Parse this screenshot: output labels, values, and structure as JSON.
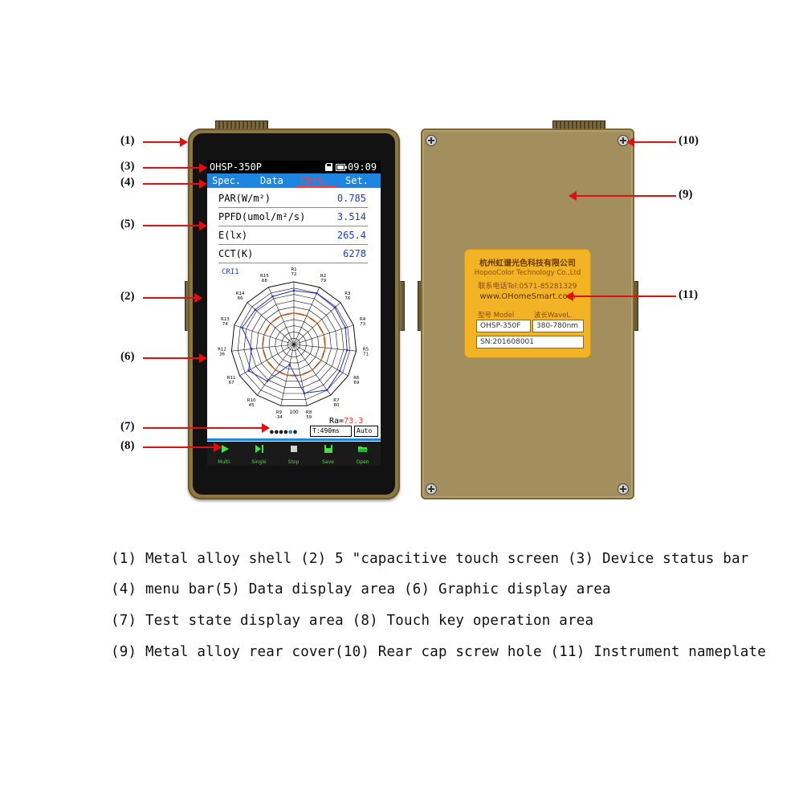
{
  "callouts": {
    "c1": "(1)",
    "c2": "(2)",
    "c3": "(3)",
    "c4": "(4)",
    "c5": "(5)",
    "c6": "(6)",
    "c7": "(7)",
    "c8": "(8)",
    "c9": "(9)",
    "c10": "(10)",
    "c11": "(11)"
  },
  "device": {
    "model": "OHSP-350P",
    "time": "09:09",
    "menu": [
      "Spec.",
      "Data",
      "Chro.",
      "Set."
    ],
    "active_menu": "Chro.",
    "readings": [
      {
        "label": "PAR(W/m²)",
        "value": "0.785"
      },
      {
        "label": "PPFD(umol/m²/s)",
        "value": "3.514"
      },
      {
        "label": "E(lx)",
        "value": "265.4"
      },
      {
        "label": "CCT(K)",
        "value": "6278"
      }
    ],
    "chart_title": "CRI1",
    "ra_label": "Ra=",
    "ra_value": "73.3",
    "test_time": "T:490ms",
    "mode": "Auto",
    "keys": [
      "Multi.",
      "Single",
      "Stop",
      "Save",
      "Open"
    ]
  },
  "chart_data": {
    "type": "radar",
    "title": "CRI1",
    "categories": [
      "R1",
      "R2",
      "R3",
      "R4",
      "R5",
      "R6",
      "R7",
      "R8",
      "R9",
      "R10",
      "R11",
      "R12",
      "R13",
      "R14",
      "R15"
    ],
    "values": [
      72,
      79,
      76,
      73,
      71,
      69,
      80,
      59,
      -34,
      45,
      67,
      36,
      74,
      66,
      68
    ],
    "rlim": [
      -100,
      100
    ],
    "center_label": "100",
    "colors": {
      "series": "#2030d0",
      "grid": "#111111",
      "zero_ring": "#e06010"
    }
  },
  "nameplate": {
    "company_cn": "杭州虹谱光色科技有限公司",
    "company_en": "HopooColor Technology Co.,Ltd",
    "tel": "联系电话Tel:0571-85281329",
    "website": "www.OHomeSmart.com",
    "model_label": "型号 Model",
    "wave_label": "波长WaveL.",
    "model_value": "OHSP-350F",
    "wave_value": "380-780nm",
    "sn": "SN:201608001"
  },
  "captions": [
    "(1) Metal alloy shell (2) 5 \"capacitive touch screen (3) Device status bar",
    "(4) menu bar(5) Data display area (6) Graphic display area",
    "(7) Test state display area (8) Touch key operation area",
    "(9) Metal alloy rear cover(10) Rear cap screw hole (11) Instrument nameplate"
  ]
}
